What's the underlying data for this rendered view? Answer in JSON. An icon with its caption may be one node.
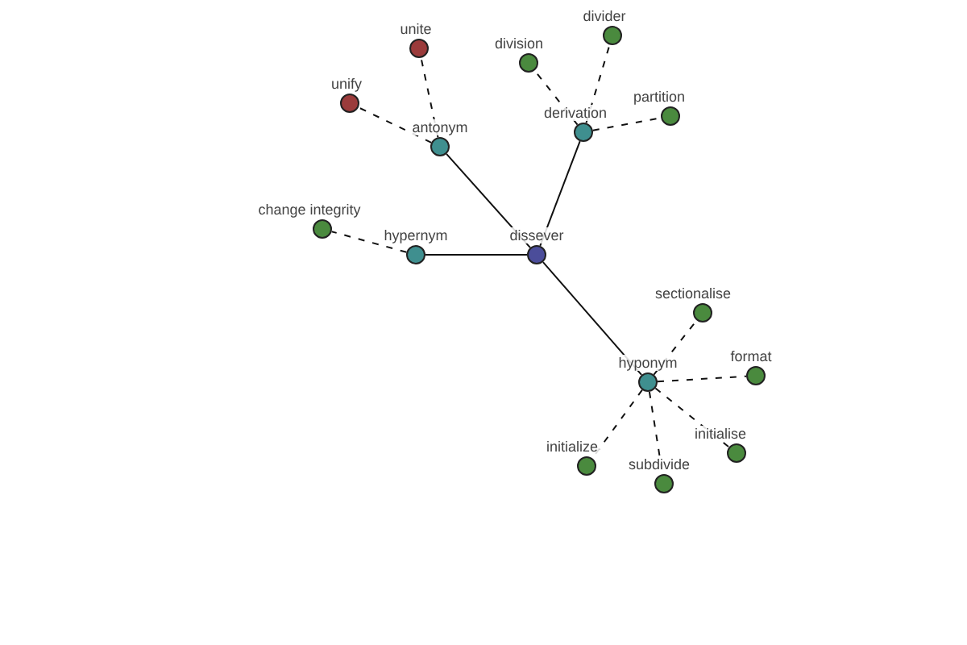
{
  "diagram": {
    "nodes": [
      {
        "text": [
          "dissever"
        ]
      },
      {
        "text": [
          "hypernym"
        ]
      },
      {
        "text": [
          "change integrity"
        ]
      },
      {
        "text": [
          "antonym"
        ]
      },
      {
        "text": [
          "unify"
        ]
      },
      {
        "text": [
          "unite"
        ]
      },
      {
        "text": [
          "derivation"
        ]
      },
      {
        "text": [
          "division"
        ]
      },
      {
        "text": [
          "divider"
        ]
      },
      {
        "text": [
          "partition"
        ]
      },
      {
        "text": [
          "hyponym"
        ]
      },
      {
        "text": [
          "sectionalise"
        ]
      },
      {
        "text": [
          "format"
        ]
      },
      {
        "text": [
          "initialise"
        ]
      },
      {
        "text": [
          "subdivide"
        ]
      },
      {
        "text": [
          "initialize"
        ]
      }
    ],
    "edges": [
      {
        "from": 0,
        "to": 1,
        "arrow": "none"
      },
      {
        "from": 0,
        "to": 3,
        "arrow": "none"
      },
      {
        "from": 0,
        "to": 6,
        "arrow": "none"
      },
      {
        "from": 0,
        "to": 10,
        "arrow": "none"
      },
      {
        "from": 1,
        "to": 2,
        "arrow": "none",
        "style": "dashed"
      },
      {
        "from": 3,
        "to": 4,
        "arrow": "none",
        "style": "dashed"
      },
      {
        "from": 3,
        "to": 5,
        "arrow": "none",
        "style": "dashed"
      },
      {
        "from": 6,
        "to": 7,
        "arrow": "none",
        "style": "dashed"
      },
      {
        "from": 6,
        "to": 8,
        "arrow": "none",
        "style": "dashed"
      },
      {
        "from": 6,
        "to": 9,
        "arrow": "none",
        "style": "dashed"
      },
      {
        "from": 10,
        "to": 11,
        "arrow": "none",
        "style": "dashed"
      },
      {
        "from": 10,
        "to": 12,
        "arrow": "none",
        "style": "dashed"
      },
      {
        "from": 10,
        "to": 13,
        "arrow": "none",
        "style": "dashed"
      },
      {
        "from": 10,
        "to": 14,
        "arrow": "none",
        "style": "dashed"
      },
      {
        "from": 10,
        "to": 15,
        "arrow": "none",
        "style": "dashed"
      }
    ]
  }
}
